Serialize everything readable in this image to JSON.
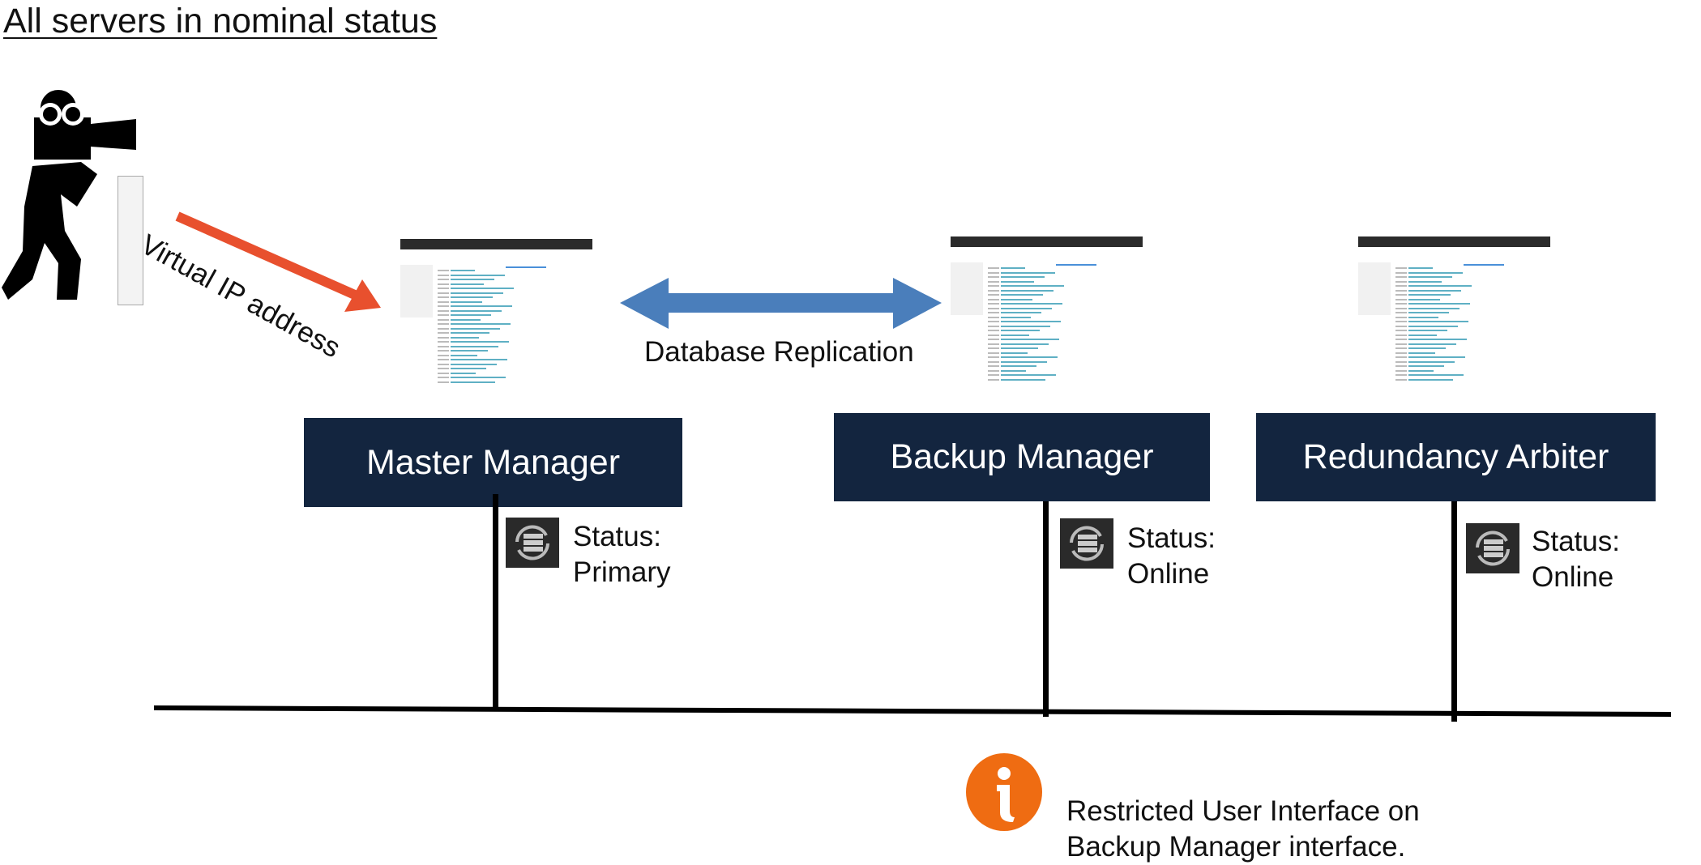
{
  "title": "All servers in nominal status",
  "client": {
    "icon": "camera-operator-icon",
    "connection_label": "Virtual IP address",
    "arrow_color": "#e8502e"
  },
  "replication": {
    "label": "Database Replication",
    "arrow_color": "#4a7ebb"
  },
  "servers": [
    {
      "name": "Master Manager",
      "status_label": "Status:",
      "status": "Primary",
      "icon": "server-sync-icon"
    },
    {
      "name": "Backup Manager",
      "status_label": "Status:",
      "status": "Online",
      "icon": "server-sync-icon"
    },
    {
      "name": "Redundancy Arbiter",
      "status_label": "Status:",
      "status": "Online",
      "icon": "server-sync-icon"
    }
  ],
  "note": {
    "icon": "info-icon",
    "color": "#ef6c12",
    "line1": "Restricted User Interface on",
    "line2": "Backup Manager interface."
  },
  "colors": {
    "server_box": "#13253f"
  }
}
